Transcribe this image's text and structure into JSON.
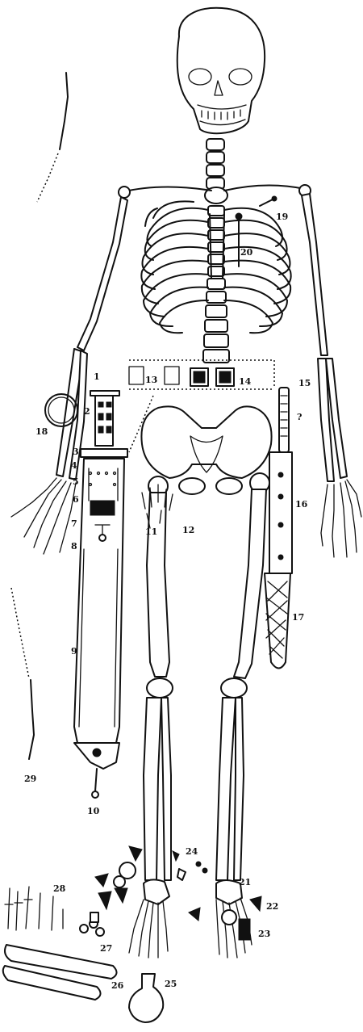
{
  "labels": [
    {
      "id": "1",
      "text": "1"
    },
    {
      "id": "2",
      "text": "2"
    },
    {
      "id": "3",
      "text": "3"
    },
    {
      "id": "4",
      "text": "4"
    },
    {
      "id": "5",
      "text": "5"
    },
    {
      "id": "6",
      "text": "6"
    },
    {
      "id": "7",
      "text": "7"
    },
    {
      "id": "8",
      "text": "8"
    },
    {
      "id": "9",
      "text": "9"
    },
    {
      "id": "10",
      "text": "10"
    },
    {
      "id": "11",
      "text": "11"
    },
    {
      "id": "12",
      "text": "12"
    },
    {
      "id": "13",
      "text": "13"
    },
    {
      "id": "14",
      "text": "14"
    },
    {
      "id": "15",
      "text": "15"
    },
    {
      "id": "15b",
      "text": "?"
    },
    {
      "id": "16",
      "text": "16"
    },
    {
      "id": "17",
      "text": "17"
    },
    {
      "id": "18",
      "text": "18"
    },
    {
      "id": "19",
      "text": "19"
    },
    {
      "id": "20",
      "text": "20"
    },
    {
      "id": "21",
      "text": "21"
    },
    {
      "id": "22",
      "text": "22"
    },
    {
      "id": "23",
      "text": "23"
    },
    {
      "id": "24",
      "text": "24"
    },
    {
      "id": "25",
      "text": "25"
    },
    {
      "id": "26",
      "text": "26"
    },
    {
      "id": "27",
      "text": "27"
    },
    {
      "id": "28",
      "text": "28"
    },
    {
      "id": "29",
      "text": "29"
    }
  ]
}
